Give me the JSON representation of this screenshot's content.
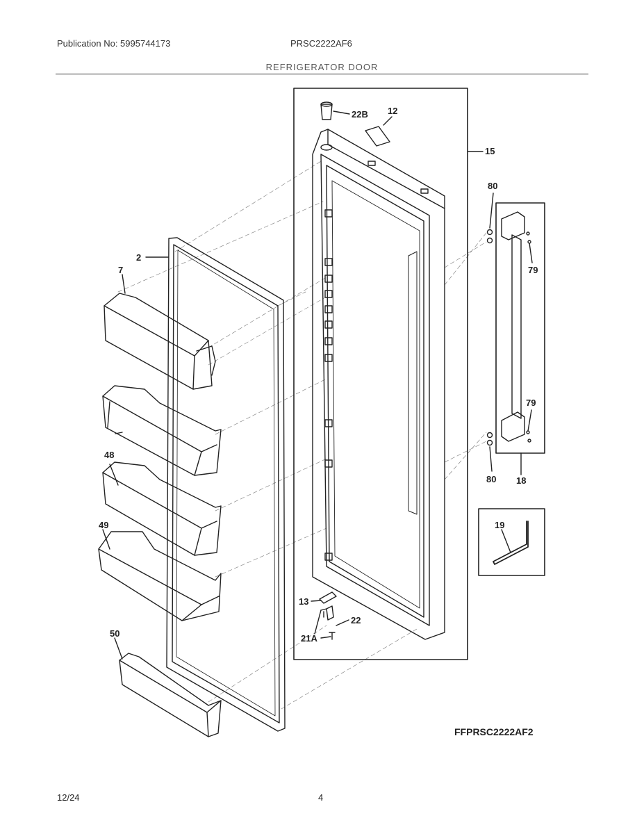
{
  "header": {
    "publication": "Publication No: 5995744173",
    "model": "PRSC2222AF6",
    "section": "REFRIGERATOR DOOR"
  },
  "callouts": {
    "c22B": "22B",
    "c12": "12",
    "c15": "15",
    "c80a": "80",
    "c79a": "79",
    "c2": "2",
    "c7": "7",
    "c48": "48",
    "c49": "49",
    "c50": "50",
    "c79b": "79",
    "c80b": "80",
    "c18": "18",
    "c19": "19",
    "c13": "13",
    "c22": "22",
    "c21A": "21A"
  },
  "figure_code": "FFPRSC2222AF2",
  "footer": {
    "date": "12/24",
    "page": "4"
  }
}
